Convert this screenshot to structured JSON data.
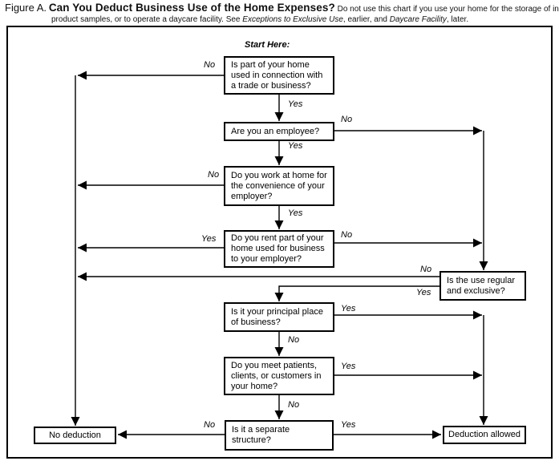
{
  "title": {
    "figure_label": "Figure A.",
    "heading": "Can You Deduct Business Use of the Home Expenses?",
    "note_part1": "Do not use this chart if you use your home for the storage of inventory or product samples, or to operate a daycare facility. See ",
    "note_italic1": "Exceptions to Exclusive Use",
    "note_part2": ", earlier, and ",
    "note_italic2": "Daycare Facility",
    "note_part3": ", later."
  },
  "flowchart": {
    "start_label": "Start Here:",
    "yes_label": "Yes",
    "no_label": "No",
    "nodes": {
      "trade_or_business": "Is part of your home used in connection with a trade or business?",
      "employee": "Are you an employee?",
      "convenience": "Do you work at home for the convenience of your employer?",
      "rent_to_employer": "Do you rent part of your home used for business to your employer?",
      "regular_exclusive": "Is the use regular and exclusive?",
      "principal_place": "Is it your principal place of business?",
      "meet_patients": "Do you meet patients, clients, or customers in your home?",
      "separate_structure": "Is it a separate structure?",
      "no_deduction": "No deduction",
      "deduction_allowed": "Deduction allowed"
    }
  }
}
